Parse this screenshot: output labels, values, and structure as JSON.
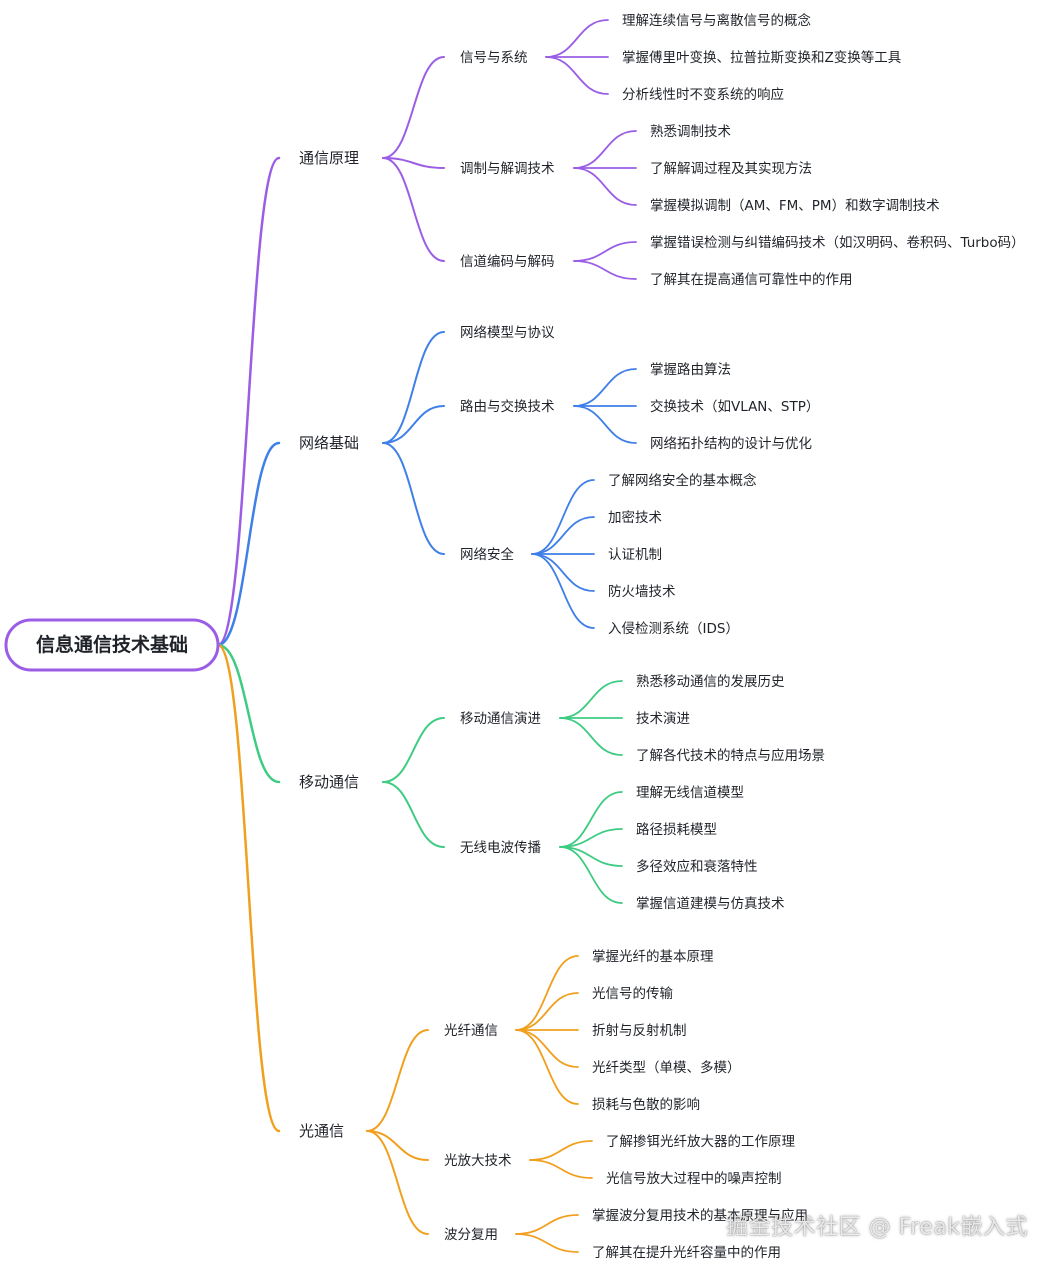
{
  "root": "信息通信技术基础",
  "watermark": "掘金技术社区 @ Freak嵌入式",
  "branches": [
    {
      "label": "通信原理",
      "color": "#9b5de5",
      "children": [
        {
          "label": "信号与系统",
          "children": [
            "理解连续信号与离散信号的概念",
            "掌握傅里叶变换、拉普拉斯变换和Z变换等工具",
            "分析线性时不变系统的响应"
          ]
        },
        {
          "label": "调制与解调技术",
          "children": [
            "熟悉调制技术",
            "了解解调过程及其实现方法",
            "掌握模拟调制（AM、FM、PM）和数字调制技术"
          ]
        },
        {
          "label": "信道编码与解码",
          "children": [
            "掌握错误检测与纠错编码技术（如汉明码、卷积码、Turbo码）",
            "了解其在提高通信可靠性中的作用"
          ]
        }
      ]
    },
    {
      "label": "网络基础",
      "color": "#3f7fe8",
      "children": [
        {
          "label": "网络模型与协议",
          "children": []
        },
        {
          "label": "路由与交换技术",
          "children": [
            "掌握路由算法",
            "交换技术（如VLAN、STP）",
            "网络拓扑结构的设计与优化"
          ]
        },
        {
          "label": "网络安全",
          "children": [
            "了解网络安全的基本概念",
            "加密技术",
            "认证机制",
            "防火墙技术",
            "入侵检测系统（IDS）"
          ]
        }
      ]
    },
    {
      "label": "移动通信",
      "color": "#3ecb82",
      "children": [
        {
          "label": "移动通信演进",
          "children": [
            "熟悉移动通信的发展历史",
            "技术演进",
            "了解各代技术的特点与应用场景"
          ]
        },
        {
          "label": "无线电波传播",
          "children": [
            "理解无线信道模型",
            "路径损耗模型",
            "多径效应和衰落特性",
            "掌握信道建模与仿真技术"
          ]
        }
      ]
    },
    {
      "label": "光通信",
      "color": "#f0a01e",
      "children": [
        {
          "label": "光纤通信",
          "children": [
            "掌握光纤的基本原理",
            "光信号的传输",
            "折射与反射机制",
            "光纤类型（单模、多模）",
            "损耗与色散的影响"
          ]
        },
        {
          "label": "光放大技术",
          "children": [
            "了解掺铒光纤放大器的工作原理",
            "光信号放大过程中的噪声控制"
          ]
        },
        {
          "label": "波分复用",
          "children": [
            "掌握波分复用技术的基本原理与应用",
            "了解其在提升光纤容量中的作用"
          ]
        }
      ]
    }
  ]
}
